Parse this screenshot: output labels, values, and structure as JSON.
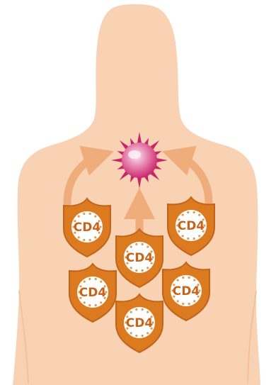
{
  "colors": {
    "body": "#f9d2b4",
    "arrow": "#efad7c",
    "shield_fill": "#dc7a1f",
    "shield_edge": "#c2631a",
    "badge_fill": "#ffffff",
    "badge_dots": "#e29a56",
    "label": "#c8641a",
    "virus_core": "#c9246b",
    "virus_light": "#f7d7e3"
  },
  "icons": {
    "body": "human-torso-silhouette",
    "target": "infected-cell-icon",
    "arrow": "curved-arrow-icon",
    "cell": "cd4-shield-icon"
  },
  "shields": [
    {
      "label": "CD4"
    },
    {
      "label": "CD4"
    },
    {
      "label": "CD4"
    },
    {
      "label": "CD4"
    },
    {
      "label": "CD4"
    },
    {
      "label": "CD4"
    }
  ]
}
